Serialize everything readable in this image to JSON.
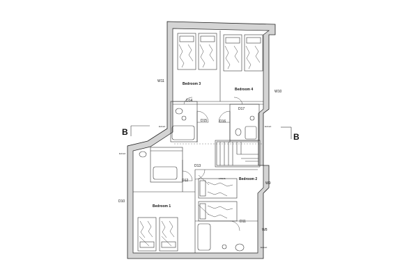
{
  "rooms": {
    "bedroom3": "Bedroom 3",
    "bedroom4": "Bedroom 4",
    "bedroom2": "Bedroom 2",
    "bedroom1": "Bedroom 1"
  },
  "doors": {
    "d14": "D14",
    "d15": "D15",
    "d16": "D16",
    "d17": "D17",
    "d13": "D13",
    "d12": "D12",
    "d10": "D10",
    "d11": "D11"
  },
  "windows": {
    "w11": "W11",
    "w10": "W10",
    "w9": "W9",
    "w8": "W8"
  },
  "section_marks": {
    "left": "B",
    "right": "B"
  },
  "small_notes": {
    "n1": "Extract",
    "n2": "Extract",
    "n3": "Extract",
    "n4": "Extract",
    "n5": "1750 B"
  }
}
